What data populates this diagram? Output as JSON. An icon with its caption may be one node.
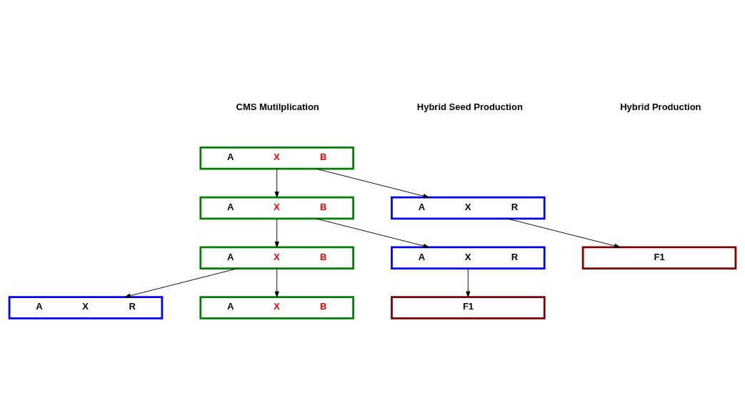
{
  "diagram": {
    "nodes": [
      {
        "text": [
          "A",
          "X",
          "B"
        ]
      },
      {
        "text": [
          "A",
          "X",
          "B"
        ]
      },
      {
        "text": [
          "A",
          "X",
          "R"
        ]
      },
      {
        "text": [
          "A",
          "X",
          "B"
        ]
      },
      {
        "text": [
          "A",
          "X",
          "R"
        ]
      },
      {
        "text": [
          "F1"
        ]
      },
      {
        "text": [
          "A",
          "X",
          "B"
        ]
      },
      {
        "text": [
          "A",
          "X",
          "R"
        ]
      },
      {
        "text": [
          "F1"
        ]
      }
    ],
    "edges": [
      {
        "from": 0,
        "to": 1,
        "arrow": "to"
      },
      {
        "from": 0,
        "to": 2,
        "arrow": "to"
      },
      {
        "from": 1,
        "to": 3,
        "arrow": "to"
      },
      {
        "from": 1,
        "to": 4,
        "arrow": "to"
      },
      {
        "from": 2,
        "to": 5,
        "arrow": "to"
      },
      {
        "from": 3,
        "to": 6,
        "arrow": "to"
      },
      {
        "from": 3,
        "to": 7,
        "arrow": "to"
      },
      {
        "from": 4,
        "to": 8,
        "arrow": "to"
      }
    ],
    "labels": [
      "CMS Mutilplication",
      "Hybrid Seed Production",
      "Hybrid Production"
    ]
  }
}
